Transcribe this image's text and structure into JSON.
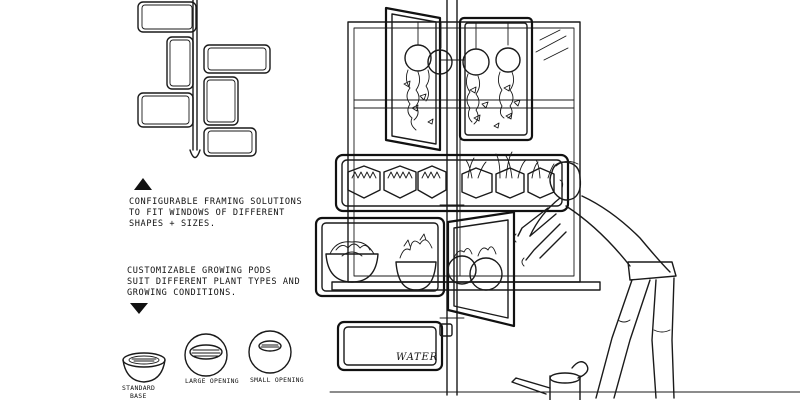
{
  "annotations": {
    "framing": {
      "line1": "CONFIGURABLE FRAMING SOLUTIONS",
      "line2": "TO FIT WINDOWS OF DIFFERENT",
      "line3": "SHAPES + SIZES."
    },
    "pods": {
      "line1": "CUSTOMIZABLE GROWING PODS",
      "line2": "SUIT DIFFERENT PLANT TYPES AND",
      "line3": "GROWING CONDITIONS."
    }
  },
  "pod_types": [
    {
      "line1": "STANDARD",
      "line2": "BASE"
    },
    {
      "line1": "LARGE OPENING",
      "line2": ""
    },
    {
      "line1": "SMALL OPENING",
      "line2": ""
    }
  ],
  "water_tank_label": "WATER",
  "colors": {
    "ink": "#1a1a1a",
    "paper": "#ffffff"
  }
}
